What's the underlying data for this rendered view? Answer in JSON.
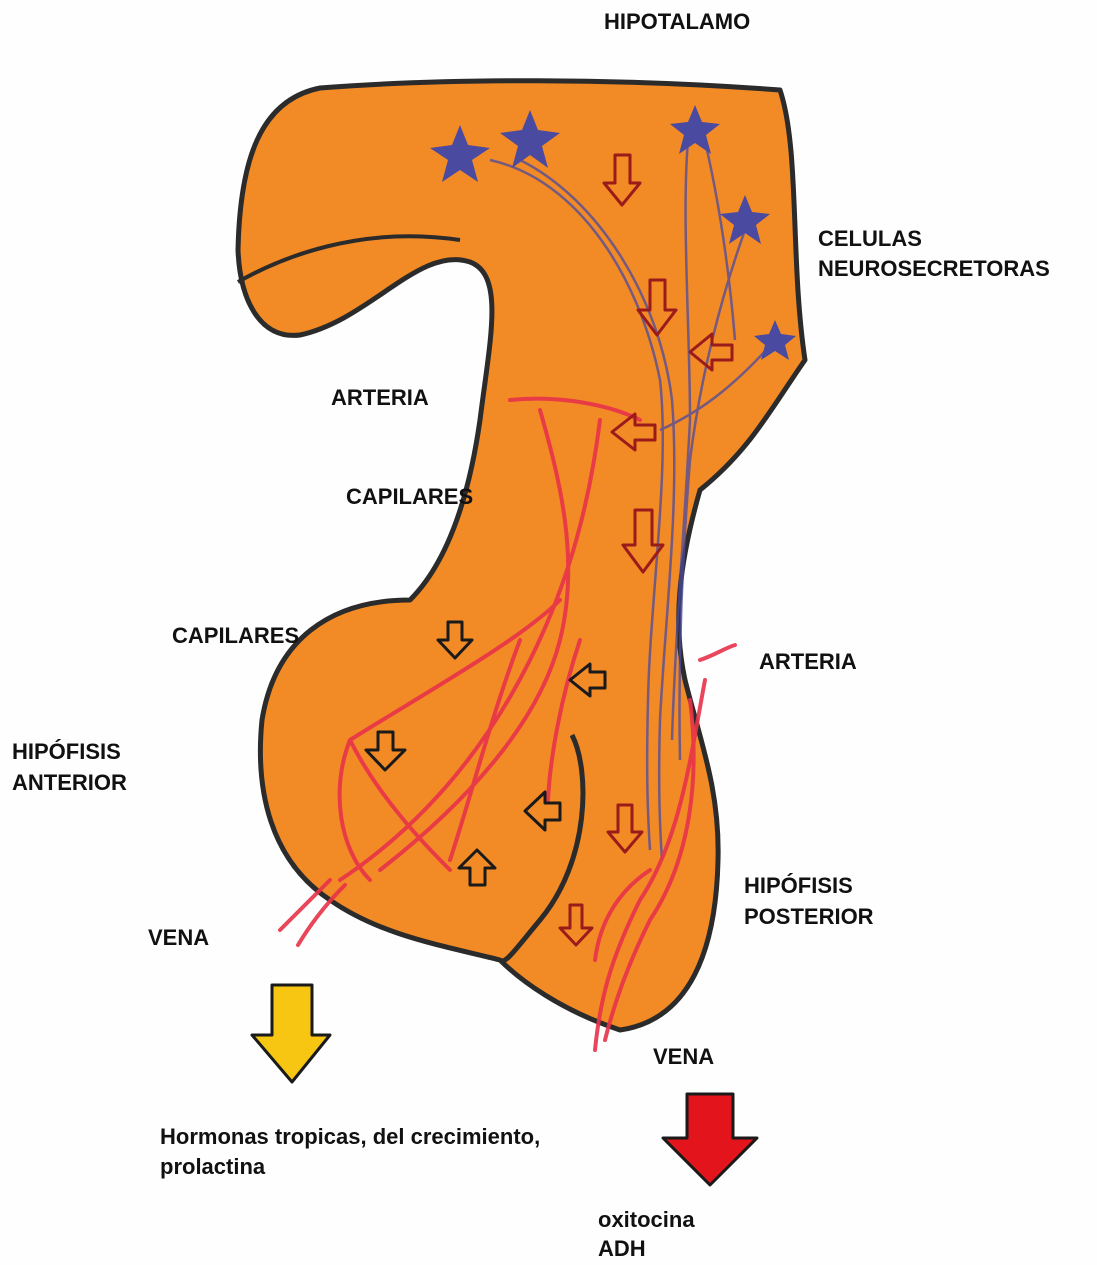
{
  "labels": {
    "hipotalamo": "HIPOTALAMO",
    "celulas_line1": "CELULAS",
    "celulas_line2": "NEUROSECRETORAS",
    "arteria_left": "ARTERIA",
    "capilares_upper": "CAPILARES",
    "capilares_lower": "CAPILARES",
    "arteria_right": "ARTERIA",
    "hipofisis_anterior_line1": "HIPÓFISIS",
    "hipofisis_anterior_line2": "ANTERIOR",
    "hipofisis_posterior_line1": "HIPÓFISIS",
    "hipofisis_posterior_line2": "POSTERIOR",
    "vena_left": "VENA",
    "vena_right": "VENA"
  },
  "outputs": {
    "anterior_line1": "Hormonas tropicas, del crecimiento,",
    "anterior_line2": "prolactina",
    "posterior_line1": "oxitocina",
    "posterior_line2": "ADH"
  },
  "colors": {
    "tissue": "#f28a26",
    "outline": "#2b2b2b",
    "vessel": "#e8334a",
    "neuron": "#4a4aa0",
    "flow_arrow": "#9b1b1b",
    "blood_arrow": "#1a1a1a",
    "anterior_output_arrow": "#f7c613",
    "posterior_output_arrow": "#e3141c"
  }
}
